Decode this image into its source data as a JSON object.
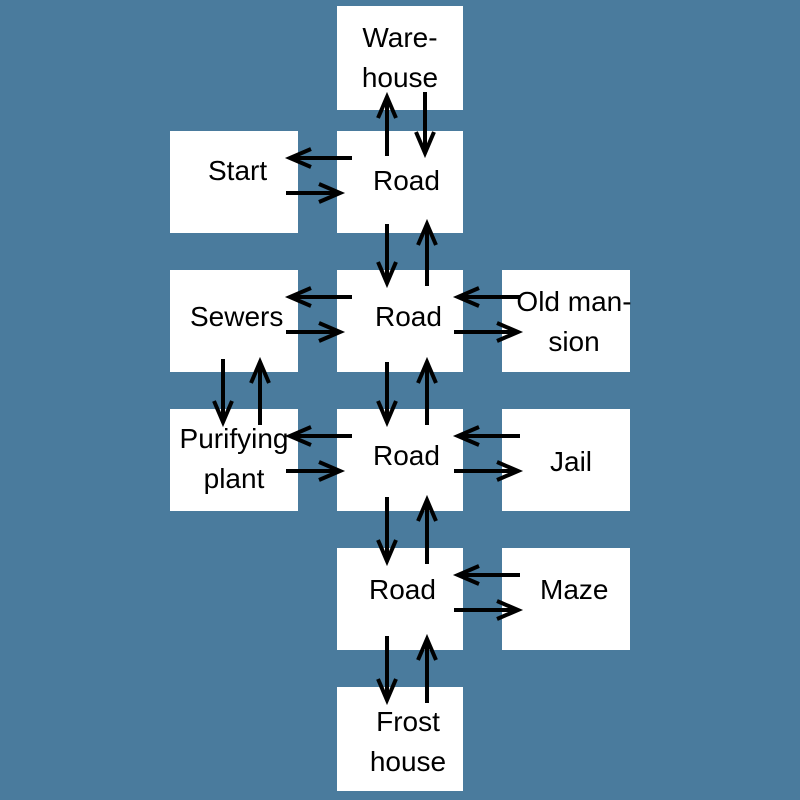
{
  "background_color": "#4a7b9d",
  "nodes": {
    "warehouse": "Ware-\nhouse",
    "start": "Start",
    "road1": "Road",
    "sewers": "Sewers",
    "road2": "Road",
    "old_mansion": "Old man-\nsion",
    "purifying_plant": "Purifying\nplant",
    "road3": "Road",
    "jail": "Jail",
    "road4": "Road",
    "maze": "Maze",
    "frost_house": "Frost\nhouse"
  },
  "connections": [
    [
      "road1",
      "warehouse"
    ],
    [
      "warehouse",
      "road1"
    ],
    [
      "road1",
      "start"
    ],
    [
      "start",
      "road1"
    ],
    [
      "road1",
      "road2"
    ],
    [
      "road2",
      "road1"
    ],
    [
      "road2",
      "sewers"
    ],
    [
      "sewers",
      "road2"
    ],
    [
      "road2",
      "old_mansion"
    ],
    [
      "old_mansion",
      "road2"
    ],
    [
      "sewers",
      "purifying_plant"
    ],
    [
      "purifying_plant",
      "sewers"
    ],
    [
      "road2",
      "road3"
    ],
    [
      "road3",
      "road2"
    ],
    [
      "road3",
      "purifying_plant"
    ],
    [
      "purifying_plant",
      "road3"
    ],
    [
      "road3",
      "jail"
    ],
    [
      "jail",
      "road3"
    ],
    [
      "road3",
      "road4"
    ],
    [
      "road4",
      "road3"
    ],
    [
      "road4",
      "maze"
    ],
    [
      "maze",
      "road4"
    ],
    [
      "road4",
      "frost_house"
    ],
    [
      "frost_house",
      "road4"
    ]
  ]
}
